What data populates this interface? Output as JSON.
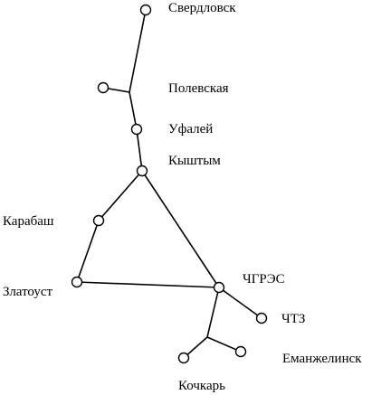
{
  "labels": {
    "sverdlovsk": "Свердловск",
    "polevskaya": "Полевская",
    "ufaley": "Уфалей",
    "kyshtym": "Кыштым",
    "karabash": "Карабаш",
    "zlatoust": "Златоуст",
    "chgres": "ЧГРЭС",
    "chtz": "ЧТЗ",
    "emanzhelinsk": "Еманжелинск",
    "kochkar": "Кочкарь"
  },
  "colors": {
    "line": "#000000",
    "node_fill": "#ffffff",
    "background": "#ffffff"
  }
}
